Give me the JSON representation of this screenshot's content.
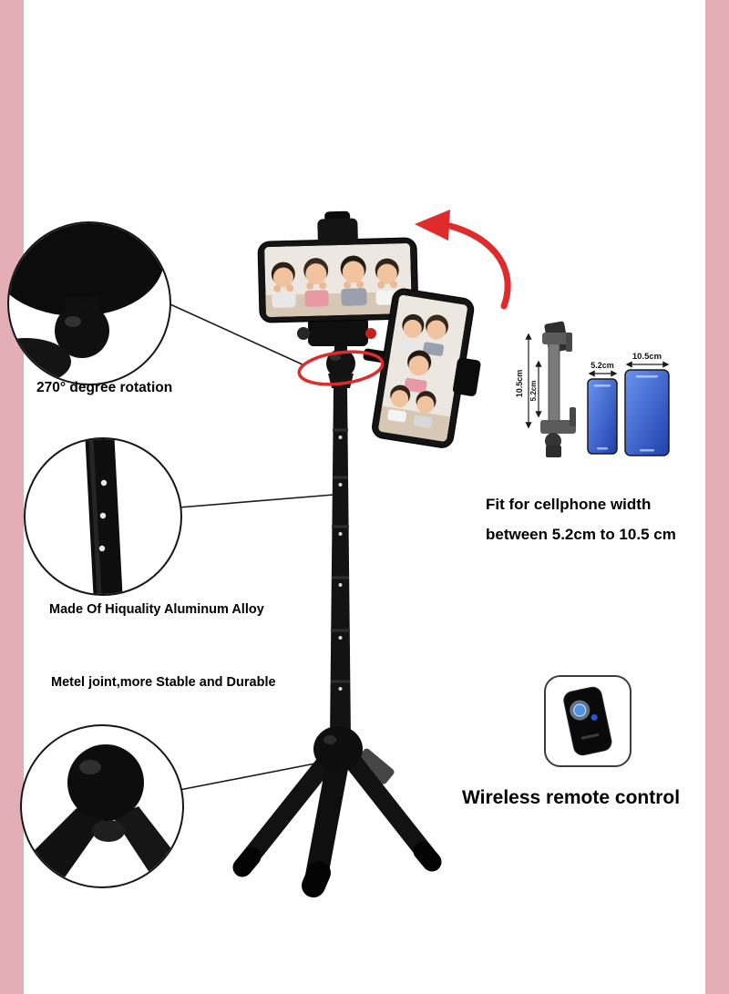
{
  "labels": {
    "rotation": "270° degree rotation",
    "aluminum": "Made Of Hiquality Aluminum Alloy",
    "joint": "Metel joint,more Stable and Durable",
    "fit_line1": "Fit for cellphone width",
    "fit_line2": "between 5.2cm to 10.5 cm",
    "remote": "Wireless remote control"
  },
  "dims": {
    "clamp_height": "10.5cm",
    "clamp_min_width": "5.2cm",
    "phone_small_width": "5.2cm",
    "phone_large_width": "10.5cm"
  },
  "colors": {
    "side_border": "#e4aeb7",
    "accent_red": "#df2b2b",
    "product_black": "#131313",
    "example_phone_blue": "#2a55c8"
  }
}
